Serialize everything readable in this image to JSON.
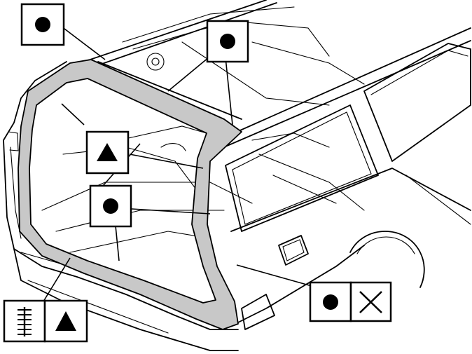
{
  "diagram": {
    "subject": "vehicle-body-rear-frame",
    "highlight_color": "#c8c8c8",
    "line_color": "#000000",
    "callouts": [
      {
        "id": "callout-top-left",
        "symbols": [
          "filled-circle"
        ]
      },
      {
        "id": "callout-top-center",
        "symbols": [
          "filled-circle"
        ]
      },
      {
        "id": "callout-mid-left",
        "symbols": [
          "filled-triangle"
        ]
      },
      {
        "id": "callout-mid-center",
        "symbols": [
          "filled-circle"
        ]
      },
      {
        "id": "callout-bottom-right",
        "symbols": [
          "filled-circle",
          "cross-mark"
        ]
      },
      {
        "id": "callout-bottom-left",
        "symbols": [
          "weld-seam-symbol",
          "filled-triangle"
        ]
      }
    ]
  }
}
